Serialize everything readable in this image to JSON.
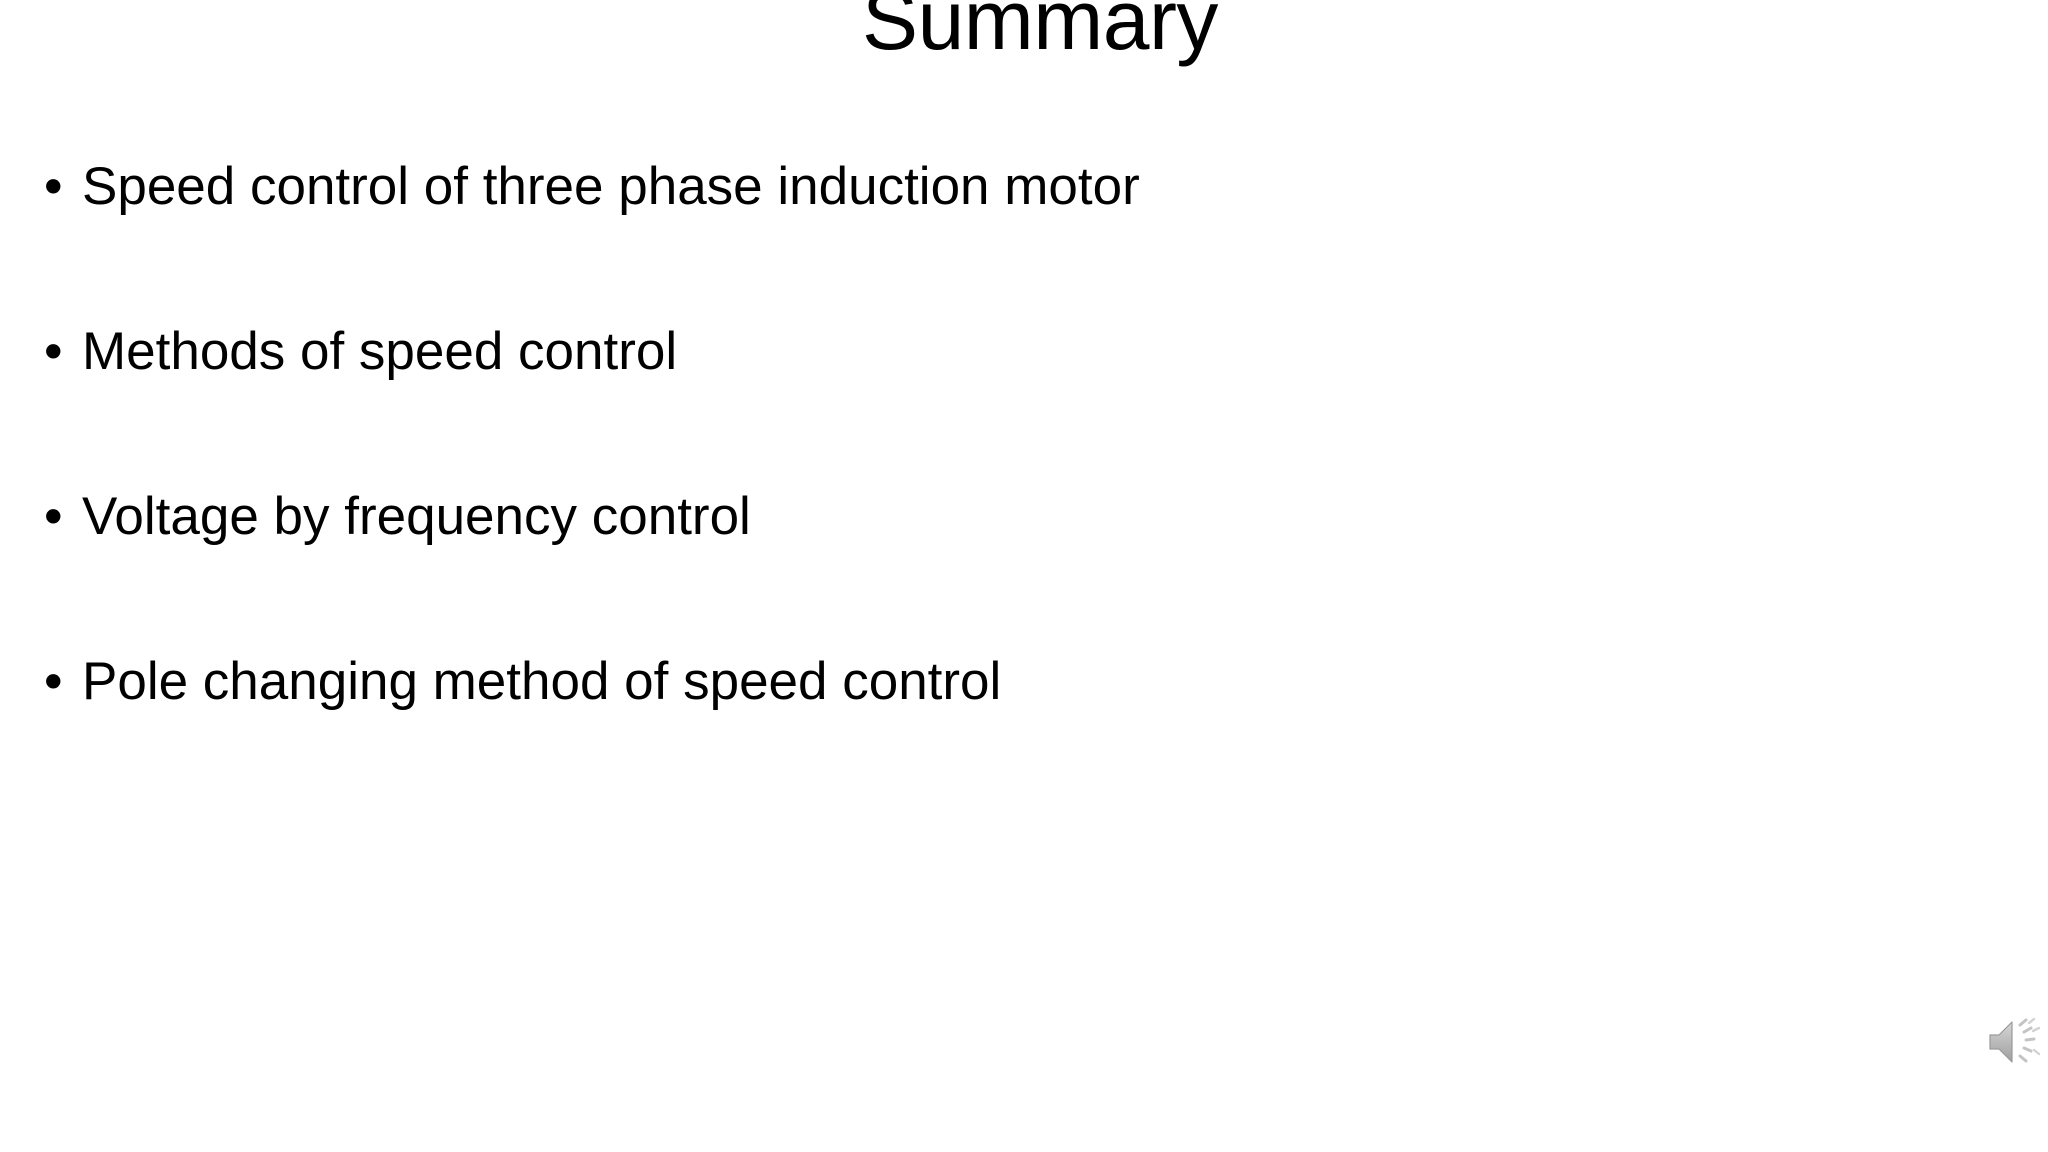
{
  "slide": {
    "title": "Summary",
    "background_color": "#ffffff",
    "text_color": "#000000",
    "bullet_marker": "•",
    "bullets": [
      {
        "text": "Speed control of three phase induction motor"
      },
      {
        "text": "Methods of speed control"
      },
      {
        "text": "Voltage by frequency control"
      },
      {
        "text": "Pole changing method of speed control"
      }
    ],
    "media": {
      "audio_icon_name": "speaker-icon",
      "audio_icon_color": "#b0b0b0"
    }
  }
}
